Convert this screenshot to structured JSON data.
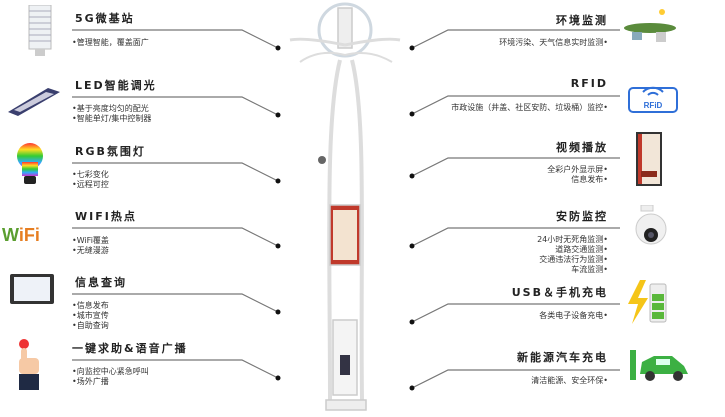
{
  "left": [
    {
      "title": "5G微基站",
      "items": [
        "•管理智能，覆盖面广"
      ],
      "icon": "5g-antenna-icon"
    },
    {
      "title": "LED智能调光",
      "items": [
        "•基于亮度均匀的配光",
        "•智能单灯/集中控制器"
      ],
      "icon": "led-lamp-icon"
    },
    {
      "title": "RGB氛围灯",
      "items": [
        "•七彩变化",
        "•远程可控"
      ],
      "icon": "rgb-bulb-icon"
    },
    {
      "title": "WIFI热点",
      "items": [
        "•WiFi覆盖",
        "•无缝漫游"
      ],
      "icon": "wifi-icon"
    },
    {
      "title": "信息查询",
      "items": [
        "•信息发布",
        "•城市宣传",
        "•自助查询"
      ],
      "icon": "tablet-icon"
    },
    {
      "title": "一键求助&语音广播",
      "items": [
        "•向监控中心紧急呼叫",
        "•场外广播"
      ],
      "icon": "help-button-icon"
    }
  ],
  "right": [
    {
      "title": "环境监测",
      "items": [
        "环境污染、天气信息实时监测•"
      ],
      "icon": "environment-icon"
    },
    {
      "title": "RFID",
      "items": [
        "市政设施（井盖、社区安防、垃圾桶）监控•"
      ],
      "icon": "rfid-icon",
      "icon_text": "RFiD"
    },
    {
      "title": "视频播放",
      "items": [
        "全彩户外显示屏•",
        "信息发布•"
      ],
      "icon": "display-screen-icon"
    },
    {
      "title": "安防监控",
      "items": [
        "24小时无死角监测•",
        "道路交通监测•",
        "交通违法行为监测•",
        "车流监测•"
      ],
      "icon": "camera-icon"
    },
    {
      "title": "USB＆手机充电",
      "items": [
        "各类电子设备充电•"
      ],
      "icon": "battery-icon"
    },
    {
      "title": "新能源汽车充电",
      "items": [
        "清洁能源、安全环保•"
      ],
      "icon": "ev-car-icon"
    }
  ],
  "colors": {
    "line": "#777777",
    "dot": "#111111",
    "rfid": "#2f6fd8",
    "green": "#3cb043"
  }
}
